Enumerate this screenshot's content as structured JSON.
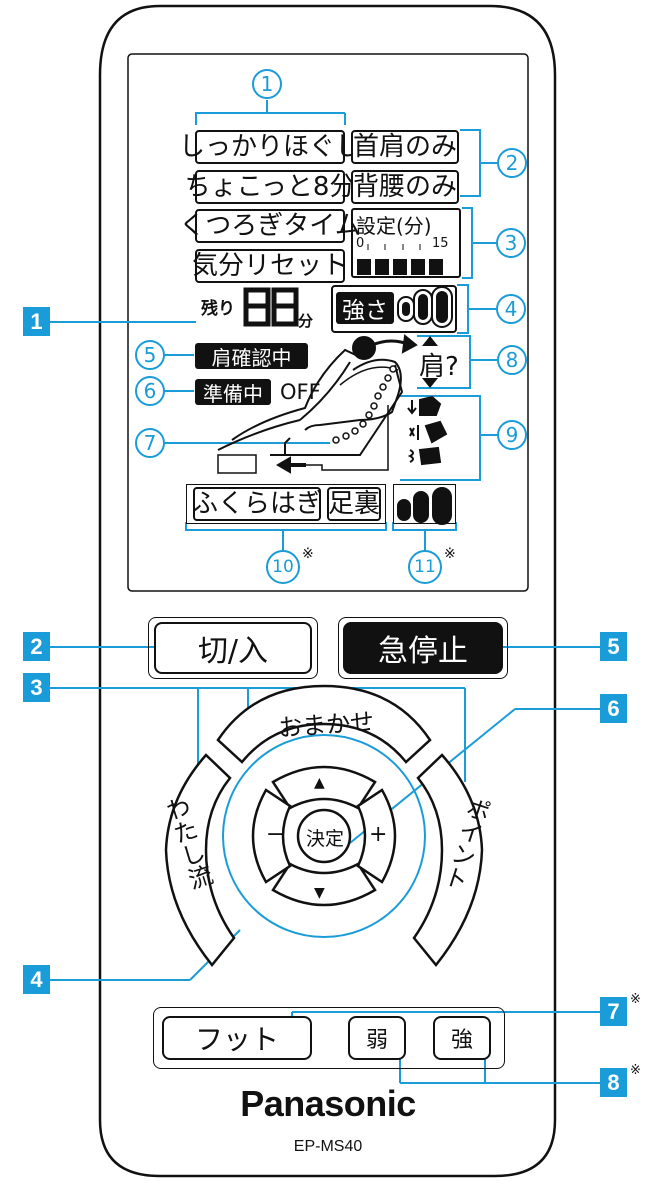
{
  "lcd": {
    "left_buttons": [
      "しっかりほぐし",
      "ちょこっと8分",
      "くつろぎタイム",
      "気分リセット"
    ],
    "right_buttons": [
      "首肩のみ",
      "背腰のみ"
    ],
    "setting_label": "設定(分)",
    "scale_start": "0",
    "scale_end": "15",
    "remaining_label": "残り",
    "remaining_digits": "88",
    "minutes_unit": "分",
    "strength_label": "強さ",
    "shoulder_check": "肩確認中",
    "preparing": "準備中",
    "off_label": "OFF",
    "shoulder_q": "肩?",
    "calf_button": "ふくらはぎ",
    "sole_button": "足裏"
  },
  "callouts": {
    "c1": "1",
    "c2": "2",
    "c3": "3",
    "c4": "4",
    "c5": "5",
    "c6": "6",
    "c7": "7",
    "c8": "8",
    "c9": "9",
    "c10": "10",
    "c11": "11",
    "asterisk": "※"
  },
  "markers": {
    "m1": "1",
    "m2": "2",
    "m3": "3",
    "m4": "4",
    "m5": "5",
    "m6": "6",
    "m7": "7",
    "m8": "8",
    "asterisk": "※"
  },
  "buttons": {
    "power": "切/入",
    "emergency_stop": "急停止",
    "omakase": "おまかせ",
    "watashi_ryu": "わたし流",
    "point": "ポイント",
    "up": "▲",
    "down": "▼",
    "minus": "−",
    "plus": "+",
    "confirm": "決定",
    "foot": "フット",
    "weak": "弱",
    "strong": "強"
  },
  "brand": "Panasonic",
  "model": "EP-MS40",
  "colors": {
    "accent": "#1a9cd8",
    "ink": "#111111"
  }
}
